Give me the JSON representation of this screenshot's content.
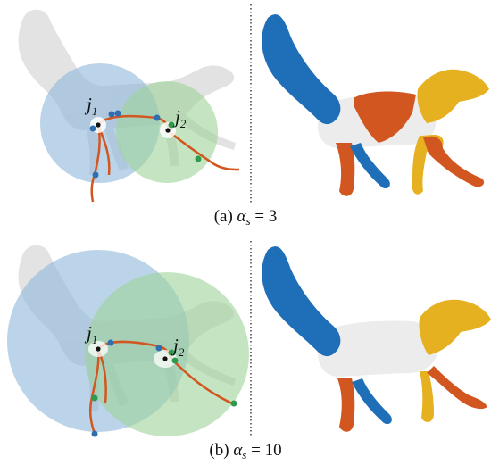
{
  "panels": [
    {
      "caption": {
        "prefix": "(a)",
        "symbol": "α",
        "sub": "s",
        "equals": "=",
        "value": "3"
      },
      "joint_labels": [
        {
          "base": "j",
          "index": "1"
        },
        {
          "base": "j",
          "index": "2"
        }
      ]
    },
    {
      "caption": {
        "prefix": "(b)",
        "symbol": "α",
        "sub": "s",
        "equals": "=",
        "value": "10"
      },
      "joint_labels": [
        {
          "base": "j",
          "index": "1"
        },
        {
          "base": "j",
          "index": "2"
        }
      ]
    }
  ],
  "colors": {
    "blue_sphere": "#8fb8da",
    "green_sphere": "#9ed49a",
    "skeleton": "#d2561f",
    "node_blue": "#2f6fb0",
    "node_green": "#2e9a4c",
    "seg_blue": "#1f6fb8",
    "seg_orange": "#d2561f",
    "seg_yellow": "#e6b120",
    "seg_white": "#ececec",
    "body_gray": "#d9d9d9",
    "divider": "#333333"
  }
}
